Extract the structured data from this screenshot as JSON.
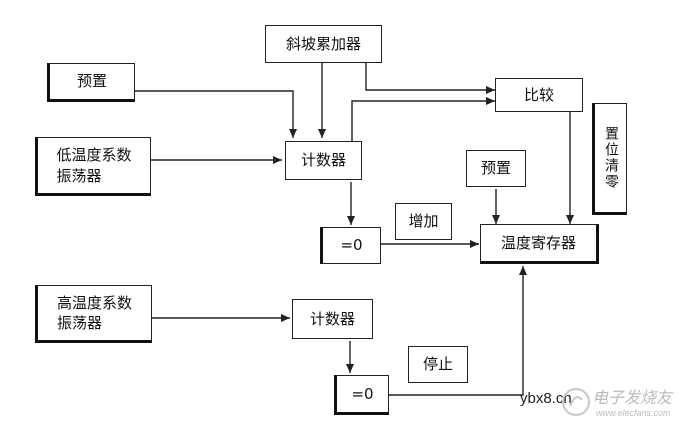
{
  "nodes": {
    "ramp_accumulator": "斜坡累加器",
    "preset_top": "预置",
    "compare": "比较",
    "low_temp_osc": "低温度系数\n振荡器",
    "counter_top": "计数器",
    "preset_mid": "预置",
    "clear": "置位清零",
    "eq_zero_top": "=0",
    "increase": "增加",
    "temp_register": "温度寄存器",
    "high_temp_osc": "高温度系数\n振荡器",
    "counter_bottom": "计数器",
    "stop": "停止",
    "eq_zero_bottom": "=0"
  },
  "watermark": {
    "site_url": "ybx8.cn",
    "brand": "电子发烧友",
    "brand_url": "www.elecfans.com"
  },
  "colors": {
    "line": "#222222",
    "watermark": "#bbbbbb"
  }
}
